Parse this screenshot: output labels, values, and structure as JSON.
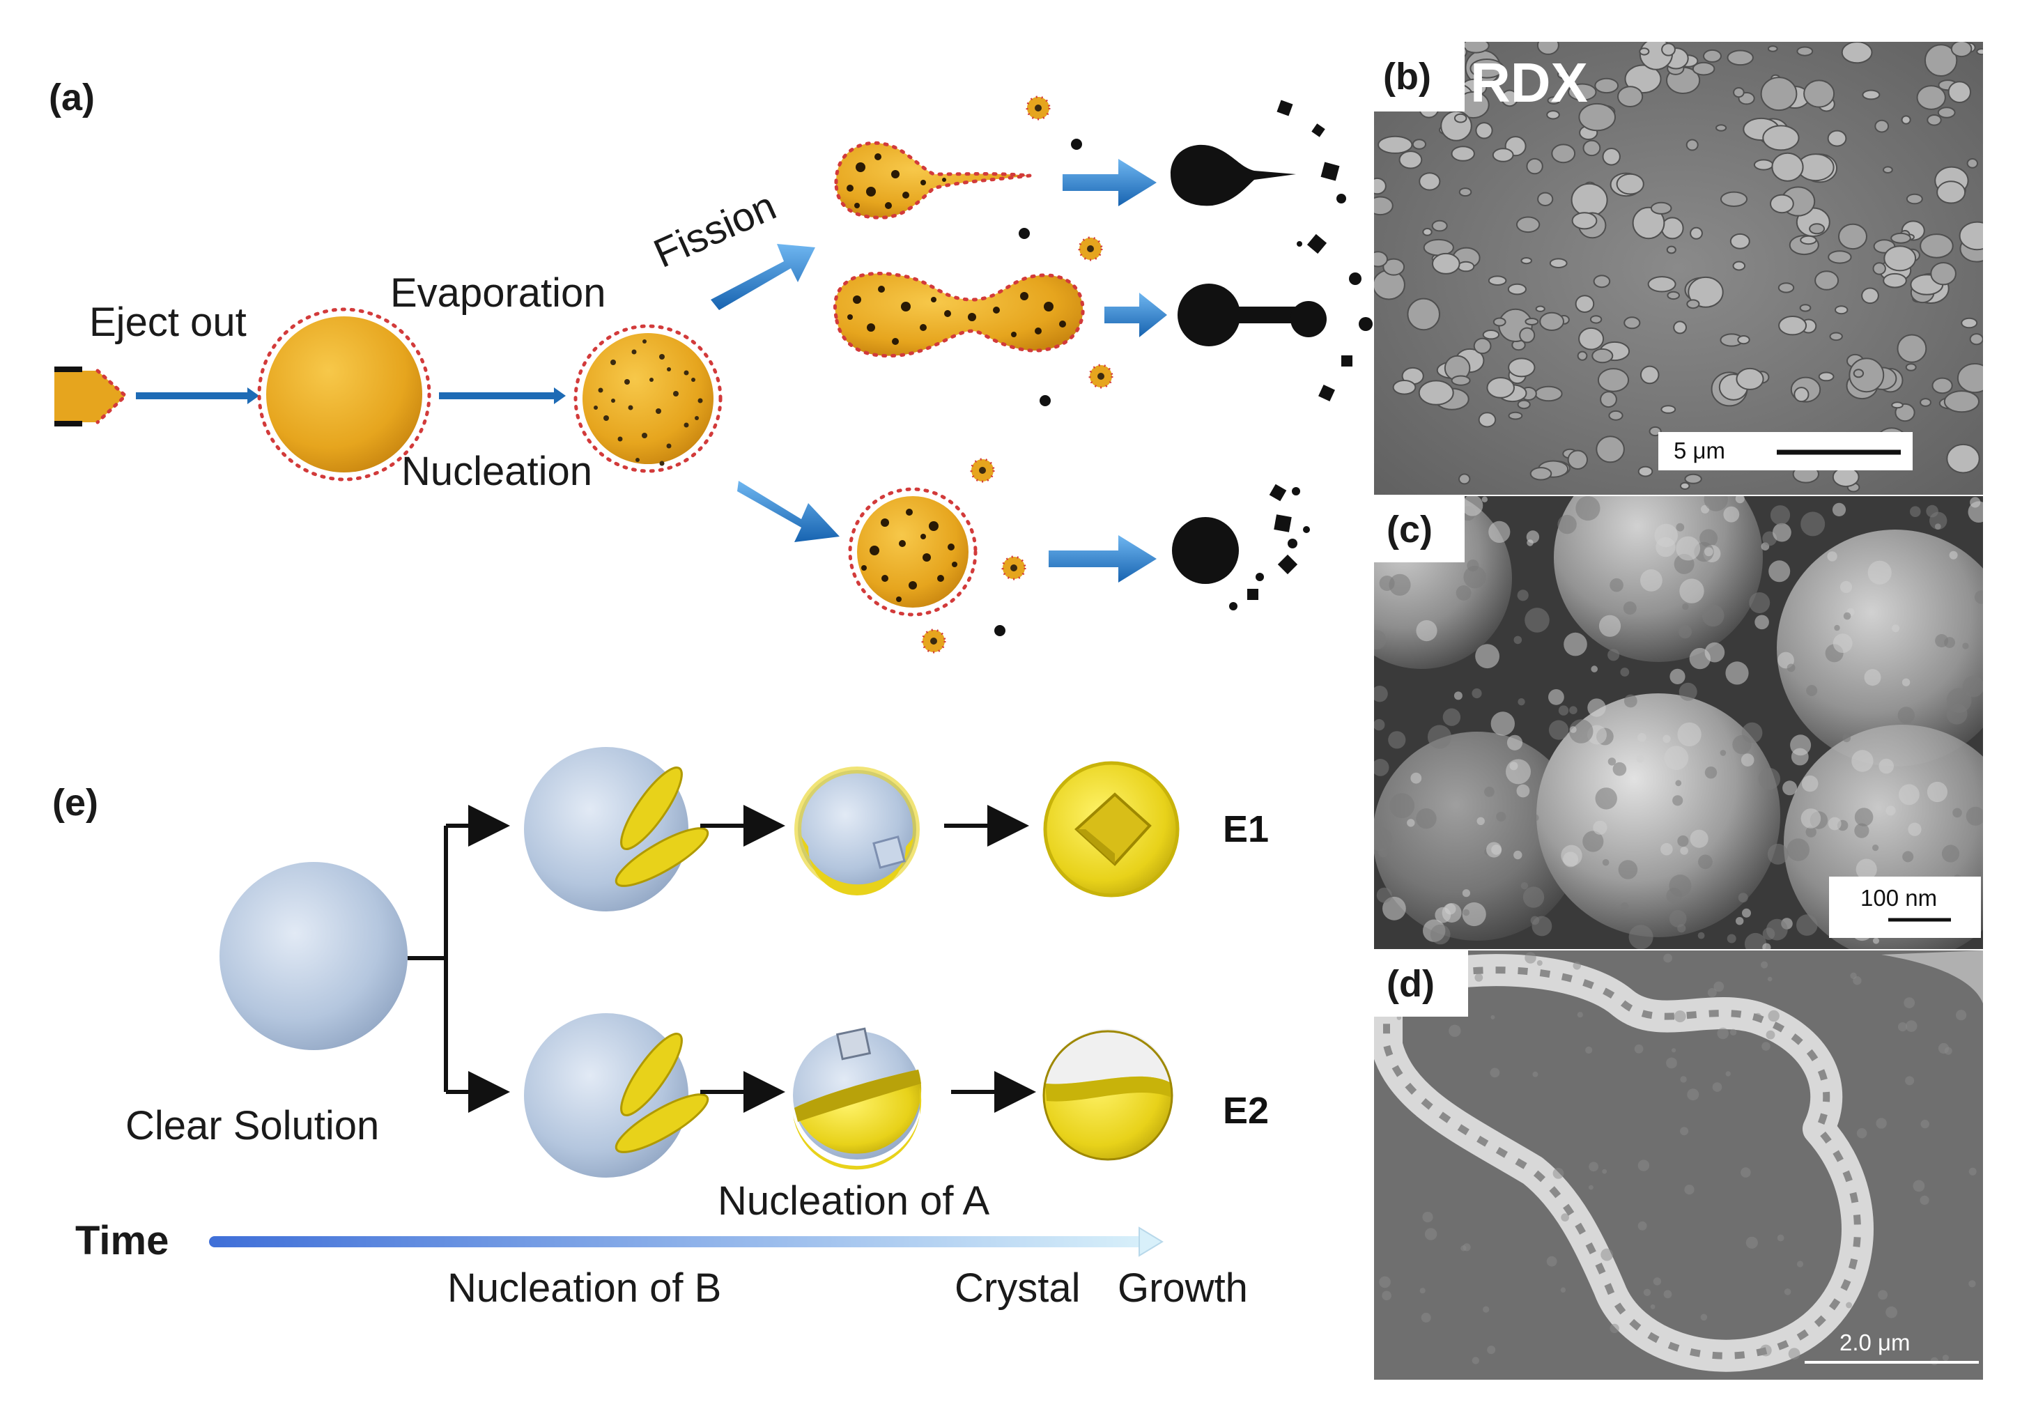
{
  "panels": {
    "a": {
      "label": "(a)",
      "eject": "Eject out",
      "evaporation": "Evaporation",
      "nucleation": "Nucleation",
      "fission": "Fission"
    },
    "b": {
      "label": "(b)",
      "material": "RDX",
      "scale": "5 μm"
    },
    "c": {
      "label": "(c)",
      "scale": "100 nm"
    },
    "d": {
      "label": "(d)",
      "scale": "2.0 μm"
    },
    "e": {
      "label": "(e)",
      "clear_solution": "Clear Solution",
      "e1": "E1",
      "e2": "E2",
      "time": "Time",
      "nucleation_a": "Nucleation of A",
      "nucleation_b": "Nucleation of B",
      "crystal": "Crystal",
      "growth": "Growth"
    }
  },
  "colors": {
    "droplet": "#E6A51E",
    "halo": "#D23A3A",
    "arrow_blue": "#1E7FD0",
    "sphere_blue": "#B4C6DE",
    "yellow": "#E8D21A",
    "sem_gray": "#6e6e6e"
  }
}
